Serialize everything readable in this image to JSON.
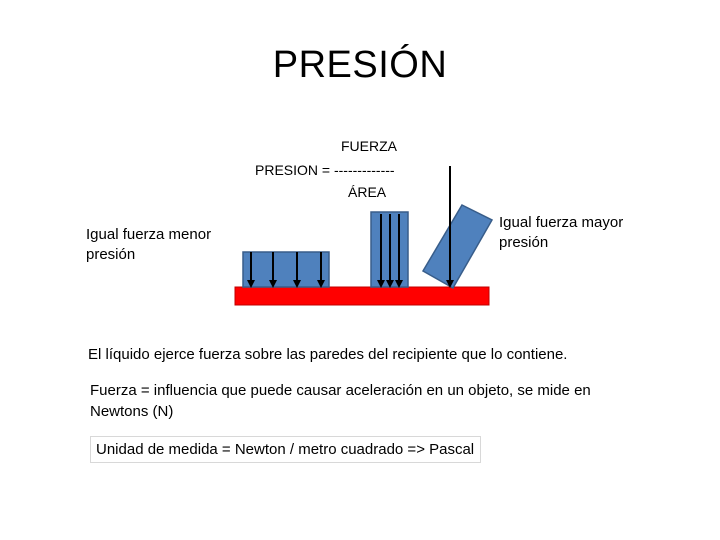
{
  "slide": {
    "title": "PRESIÓN",
    "formula": {
      "numerator": "FUERZA",
      "lhs": "PRESION = -------------",
      "denominator": "ÁREA"
    },
    "left_caption": "Igual fuerza menor presión",
    "right_caption": "Igual fuerza mayor presión",
    "paragraph_1": "El líquido ejerce fuerza sobre las paredes del recipiente que lo contiene.",
    "paragraph_2_line1": "Fuerza  = influencia que puede causar aceleración en un objeto, se mide en",
    "paragraph_2_line2": "Newtons (N)",
    "paragraph_3": "Unidad de medida = Newton / metro cuadrado  =>  Pascal"
  },
  "colors": {
    "surface": "#ff0000",
    "block": "#4f81bd",
    "block_border": "#385d8a",
    "arrow": "#000000"
  }
}
